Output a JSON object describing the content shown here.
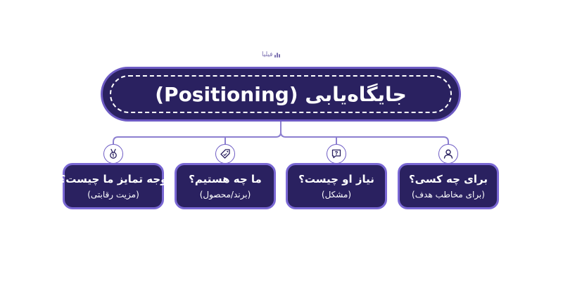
{
  "watermark": "فیلیا",
  "title": "جایگاه‌یابی (Positioning)",
  "cards": [
    {
      "question": "برای چه کسی؟",
      "detail": "(برای مخاطب هدف)",
      "icon": "user-icon"
    },
    {
      "question": "نیاز او چیست؟",
      "detail": "(مشکل)",
      "icon": "question-bubble-icon"
    },
    {
      "question": "ما چه هستیم؟",
      "detail": "(برند/محصول)",
      "icon": "tag-icon"
    },
    {
      "question": "وجه تمایز ما چیست؟",
      "detail": "(مزیت رقابتی)",
      "icon": "medal-icon"
    }
  ],
  "colors": {
    "box_fill": "#2a2160",
    "box_border": "#6d5bc4",
    "connector": "#8c7fd0",
    "text": "#ffffff"
  }
}
